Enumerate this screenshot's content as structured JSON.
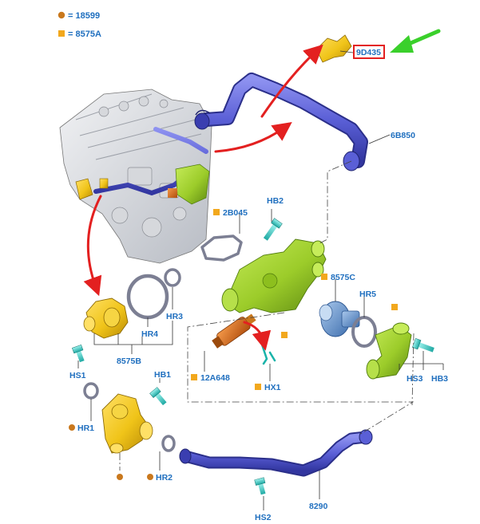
{
  "legend": [
    {
      "symbol": "dot",
      "color": "#c9781d",
      "code": "18599"
    },
    {
      "symbol": "square",
      "color": "#f2a81d",
      "code": "8575A"
    }
  ],
  "callouts": {
    "highlighted": "9D435",
    "hose_upper": "6B850",
    "gasket": "2B045",
    "bolt_hb2": "HB2",
    "thermostat": "8575C",
    "hr5": "HR5",
    "hr3": "HR3",
    "hr4": "HR4",
    "housing_b": "8575B",
    "hs1": "HS1",
    "sensor": "12A648",
    "hx1": "HX1",
    "hs3": "HS3",
    "hb3": "HB3",
    "hb1": "HB1",
    "hr1": "HR1",
    "hr2": "HR2",
    "hose_lower": "8290",
    "hs2": "HS2"
  },
  "colors": {
    "label": "#1f6fbf",
    "green_part": "#9ccc2a",
    "hose_blue": "#5a5fd6",
    "yellow_part": "#f0c419",
    "orange_part": "#d96a1a",
    "gray_ring": "#8a8fa3",
    "red_arrow": "#e32020",
    "green_arrow": "#3ad02b",
    "highlight_box": "#e32020"
  }
}
